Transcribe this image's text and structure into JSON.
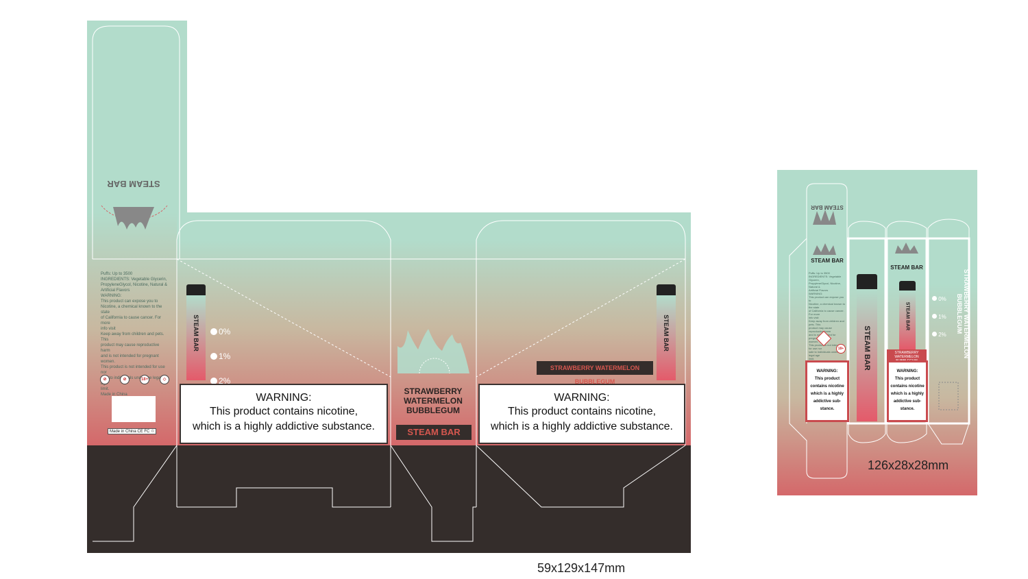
{
  "brand": "STEAM BAR",
  "flavor": "STRAWBERRY WATERMELON BUBBLEGUM",
  "flavor_lines": [
    "STRAWBERRY",
    "WATERMELON",
    "BUBBLEGUM"
  ],
  "warning": {
    "title": "WARNING:",
    "line1": "This product contains nicotine,",
    "line2": "which is a highly addictive substance."
  },
  "small_warning": {
    "l1": "WARNING:",
    "l2": "This product",
    "l3": "contains nicotine",
    "l4": "which is a highly",
    "l5": "addictive sub-",
    "l6": "stance."
  },
  "percentages": [
    "0%",
    "1%",
    "2%"
  ],
  "side_text": [
    "Puffs: Up to 3500",
    "INGREDIENTS: Vegetable Glycerin,",
    "PropyleneGlycol, Nicotine, Natural &",
    "Artificial Flavors",
    "WARNING:",
    "This product can expose you to",
    "Nicotine, a chemical known to the state",
    "of California to cause cancer. For more",
    "info visit",
    "Keep away from children and pets. This",
    "product may cause reproductive harm",
    "and is not intended for pregnant",
    "women.",
    "This product is not intended for use nor",
    "sale to individuals under the legal age",
    "limit.",
    "Made in China"
  ],
  "made_in": "Made in China",
  "badges": [
    "18+"
  ],
  "dimensions_large": "59x129x147mm",
  "dimensions_small": "126x28x28mm",
  "colors": {
    "mint": "#b2dccb",
    "red": "#d4686a",
    "dark": "#342d2b"
  }
}
